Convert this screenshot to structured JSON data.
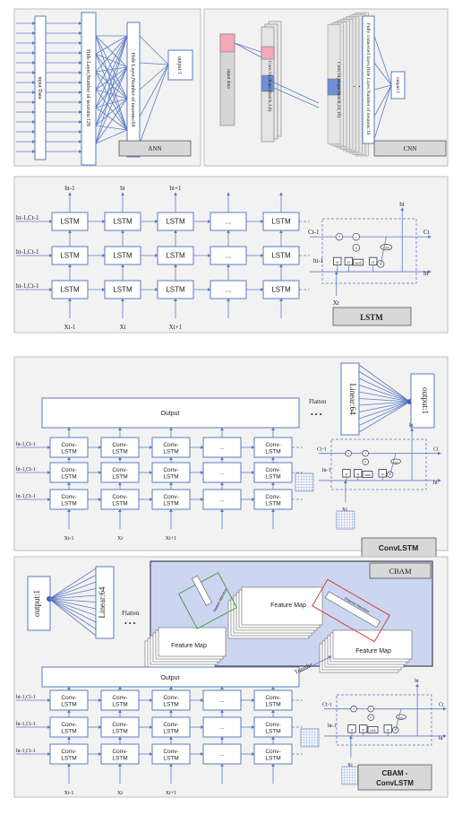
{
  "colors": {
    "accent": "#5b7bc4",
    "panel": "#f2f2f2",
    "cbam_bg": "#cdd6f0",
    "pink": "#f4a9b6",
    "blue_row": "#6f8fd6"
  },
  "ann": {
    "input": "input Data",
    "hidden1": "Hide Layer,Number of neurons:128",
    "hidden2": "Hide Layer,Number of neurons:64",
    "output": "output:1",
    "tag": "ANN"
  },
  "cnn": {
    "input": "input data",
    "conv1": "Conv1d,shape:(batch,3,6)",
    "conv2": "Conv1d,shape:(batch,24,16)",
    "dots": "· · ·",
    "fc": "Fully connected layer,Hide Layer,Number of neurons:16",
    "output": "output:1",
    "tag": "CNN"
  },
  "lstm": {
    "cell": "LSTM",
    "ellipsis": "...",
    "h_top": [
      "ht-1",
      "ht",
      "ht+1"
    ],
    "h_in": "ht-1,Ct-1",
    "x_in": [
      "Xt-1",
      "Xt",
      "Xt+1"
    ],
    "ct_in": "Ct-1",
    "ct_out": "Ct",
    "ht_out": "ht",
    "ht_prev": "ht-1",
    "xt": "Xt",
    "tanh": "tanh",
    "sigma": "σ",
    "times": "×",
    "plus": "+",
    "tag": "LSTM"
  },
  "convlstm": {
    "output": "Output",
    "flatten": "Flatten",
    "dots": "• • •",
    "linear": "Linear:64",
    "out1": "output:1",
    "cell": "Conv-LSTM",
    "tag": "ConvLSTM"
  },
  "cbam": {
    "title": "CBAM",
    "feature_map": "Feature Map",
    "spatial": "Spatial Attention",
    "channel": "Channel Attention",
    "transfer": "Transfer",
    "tag": "CBAM - ConvLSTM"
  }
}
